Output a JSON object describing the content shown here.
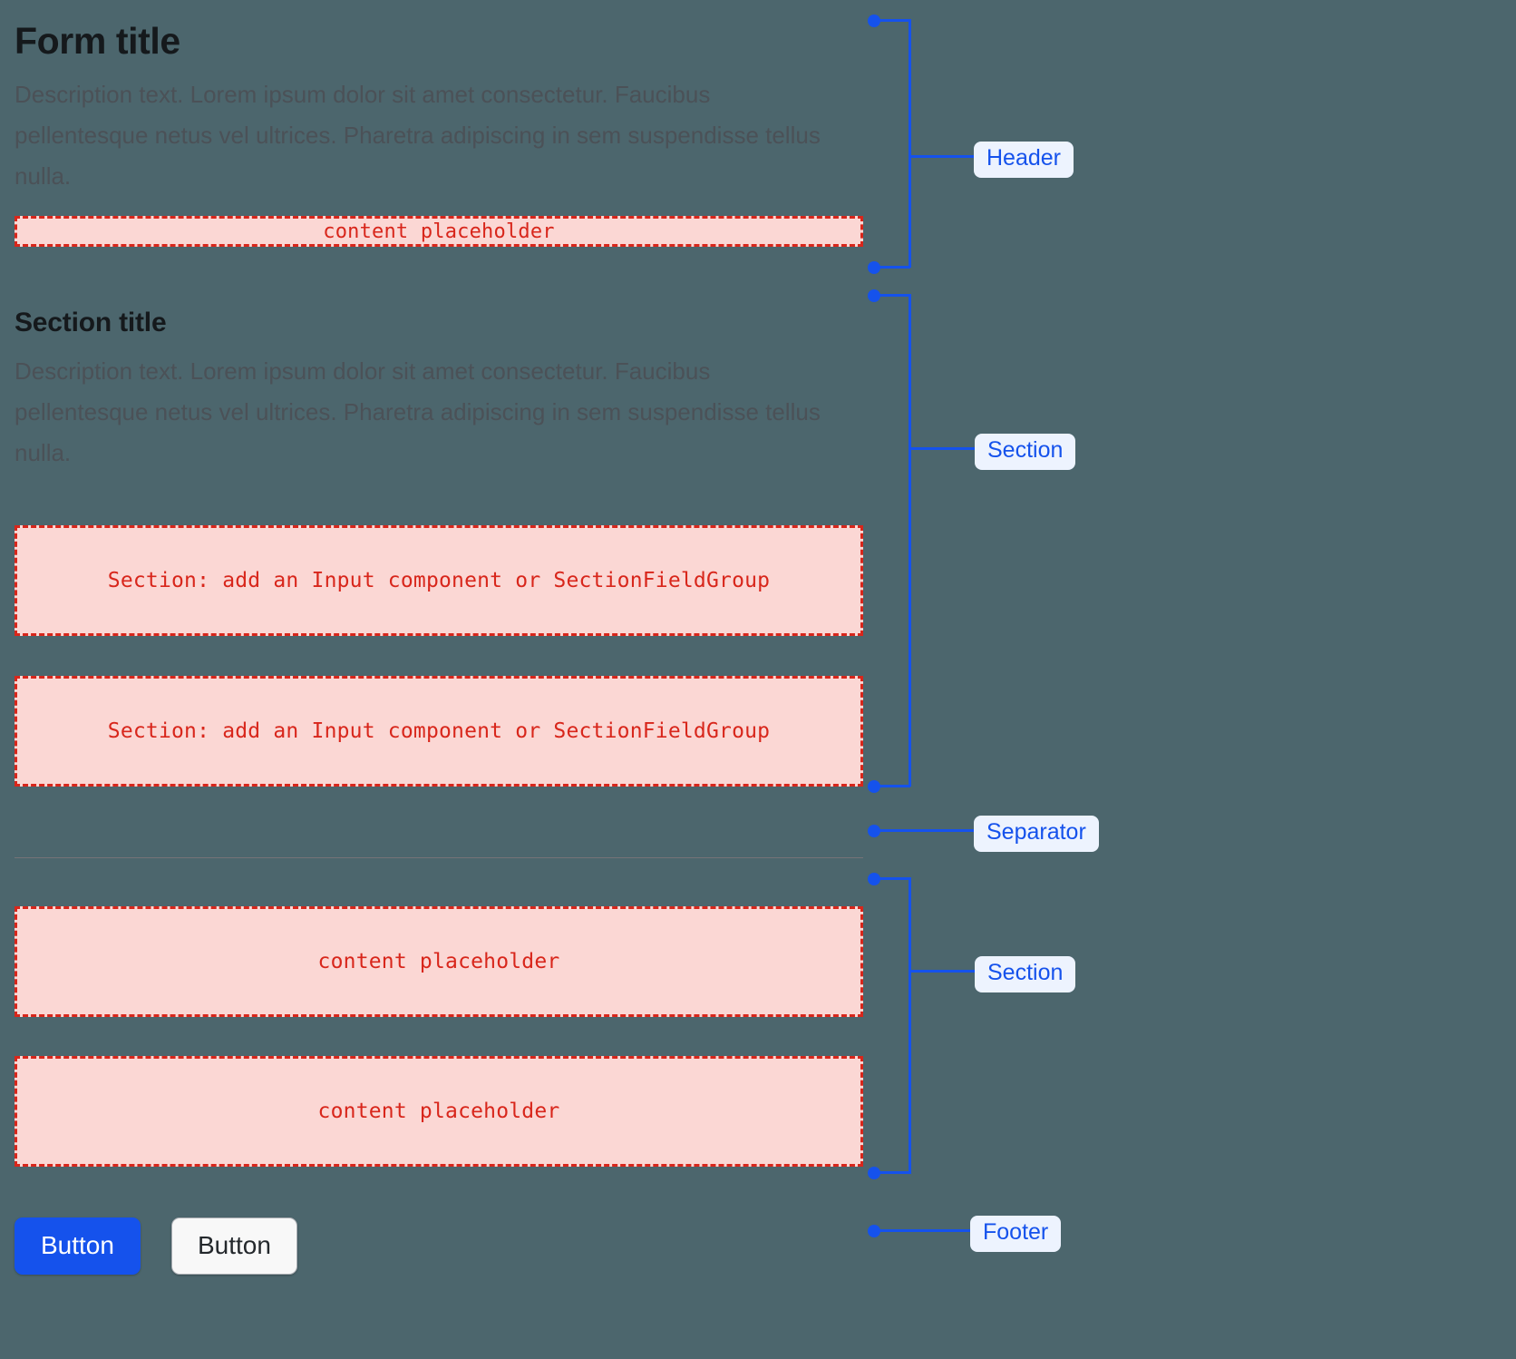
{
  "theme": {
    "background": "#4c666d",
    "accent_blue": "#1552ec",
    "badge_background": "#edf3fe",
    "placeholder_fill": "#fbd7d4",
    "placeholder_border": "#d8261b",
    "heading_color": "#15191c",
    "description_color": "#4b5157",
    "separator_color": "#7e757a"
  },
  "header": {
    "title": "Form title",
    "description": "Description text. Lorem ipsum dolor sit amet consectetur. Faucibus pellentesque netus vel ultrices. Pharetra adipiscing in sem suspendisse tellus nulla.",
    "placeholder": "content placeholder"
  },
  "section_one": {
    "title": "Section title",
    "description": "Description text. Lorem ipsum dolor sit amet consectetur. Faucibus pellentesque netus vel ultrices. Pharetra adipiscing in sem suspendisse tellus nulla.",
    "placeholders": [
      "Section: add an Input component or SectionFieldGroup",
      "Section: add an Input component or SectionFieldGroup"
    ]
  },
  "separator": {
    "present": true
  },
  "section_two": {
    "placeholders": [
      "content placeholder",
      "content placeholder"
    ]
  },
  "footer": {
    "primary_button": "Button",
    "secondary_button": "Button"
  },
  "annotations": {
    "header_label": "Header",
    "section_one_label": "Section",
    "separator_label": "Separator",
    "section_two_label": "Section",
    "footer_label": "Footer"
  }
}
